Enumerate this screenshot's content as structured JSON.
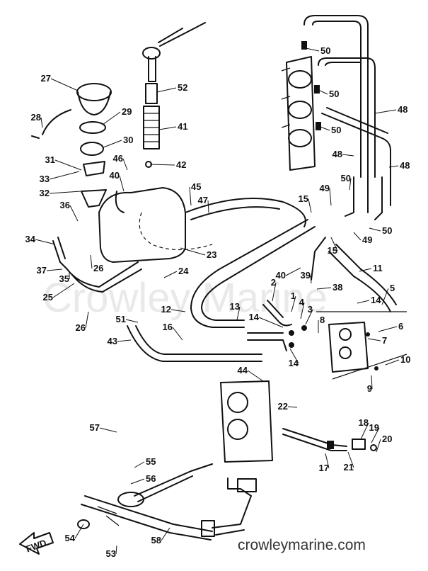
{
  "watermark": "Crowley Marine",
  "site_url": "crowleymarine.com",
  "fwd_label": "FWD",
  "part_labels": [
    "50",
    "50",
    "50",
    "48",
    "48",
    "48",
    "52",
    "41",
    "42",
    "27",
    "28",
    "29",
    "30",
    "31",
    "33",
    "32",
    "46",
    "40",
    "45",
    "47",
    "36",
    "34",
    "37",
    "35",
    "26",
    "24",
    "25",
    "26",
    "23",
    "15",
    "49",
    "50",
    "50",
    "49",
    "15",
    "40",
    "39",
    "38",
    "11",
    "5",
    "14",
    "2",
    "1",
    "4",
    "3",
    "12",
    "13",
    "14",
    "8",
    "6",
    "7",
    "10",
    "9",
    "14",
    "16",
    "43",
    "51",
    "44",
    "22",
    "18",
    "19",
    "20",
    "17",
    "21",
    "57",
    "55",
    "56",
    "54",
    "53",
    "58"
  ]
}
